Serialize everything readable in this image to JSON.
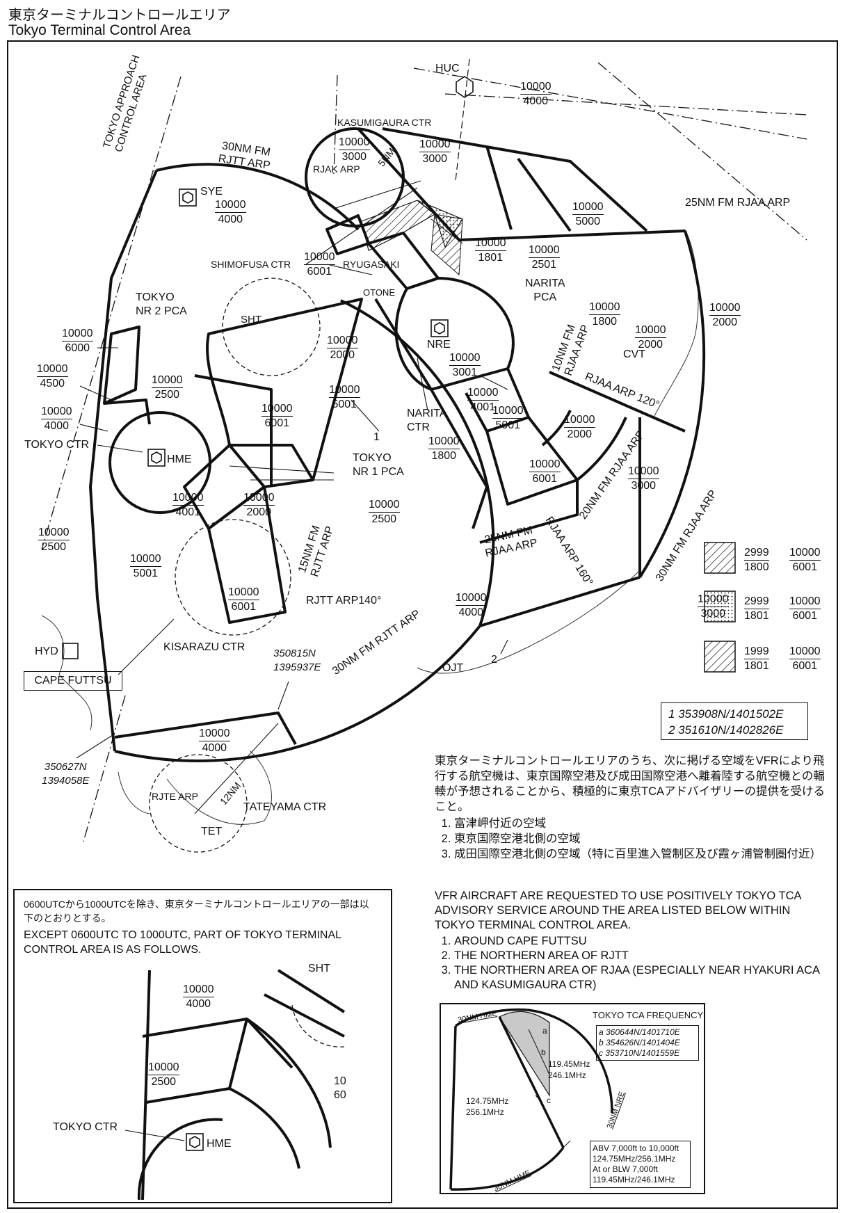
{
  "title": {
    "jp": "東京ターミナルコントロールエリア",
    "en": "Tokyo Terminal Control Area"
  },
  "navaids": {
    "huc": "HUC",
    "sye": "SYE",
    "sht": "SHT",
    "nre": "NRE",
    "hme": "HME",
    "cvt": "CVT",
    "hyd": "HYD",
    "ojt": "OJT",
    "tet": "TET"
  },
  "boundaries": {
    "tokyo_app": [
      "TOKYO APPROACH",
      "CONTROL AREA"
    ],
    "rjtt30": [
      "30NM FM",
      "RJTT ARP"
    ],
    "rjaa25": "25NM FM RJAA ARP",
    "rjtt30_south": "30NM FM RJTT ARP",
    "rjaa30": "30NM FM RJAA ARP",
    "rjaa25_inner": [
      "25NM FM",
      "RJAA ARP"
    ],
    "rjaa20": "20NM FM RJAA ARP",
    "rjaa10": [
      "10NM FM",
      "RJAA ARP"
    ],
    "rjaa120": "RJAA ARP 120°",
    "rjaa160": "RJAA ARP 160°",
    "rjtt15": [
      "15NM FM",
      "RJTT ARP"
    ],
    "rjtt140": "RJTT ARP140°",
    "rjak5": "5NM",
    "rjte12": "12NM"
  },
  "areas": {
    "kasumigaura": "KASUMIGAURA CTR",
    "rjak_arp": "RJAK ARP",
    "shimofusa": "SHIMOFUSA CTR",
    "ryugasaki": "RYUGASAKI",
    "otone": "OTONE",
    "narita_pca": [
      "NARITA",
      "PCA"
    ],
    "narita_ctr": [
      "NARITA",
      "CTR"
    ],
    "tokyo_nr2": [
      "TOKYO",
      "NR 2 PCA"
    ],
    "tokyo_nr1": [
      "TOKYO",
      "NR 1 PCA"
    ],
    "tokyo_ctr": "TOKYO  CTR",
    "kisarazu": "KISARAZU  CTR",
    "cape_futtsu": "CAPE  FUTTSU",
    "rjte_arp": "RJTE ARP",
    "tateyama": "TATEYAMA  CTR"
  },
  "markers": {
    "one": "1",
    "two": "2"
  },
  "points": {
    "p1": [
      "350815N",
      "1395937E"
    ],
    "p2": [
      "350627N",
      "1394058E"
    ]
  },
  "altitudes": [
    [
      "10000",
      "4000"
    ],
    [
      "10000",
      "3000"
    ],
    [
      "10000",
      "3000"
    ],
    [
      "10000",
      "4000"
    ],
    [
      "10000",
      "5000"
    ],
    [
      "10000",
      "1801"
    ],
    [
      "10000",
      "2501"
    ],
    [
      "10000",
      "6001"
    ],
    [
      "10000",
      "1800"
    ],
    [
      "10000",
      "2000"
    ],
    [
      "10000",
      "6000"
    ],
    [
      "10000",
      "4500"
    ],
    [
      "10000",
      "4000"
    ],
    [
      "10000",
      "2500"
    ],
    [
      "10000",
      "2000"
    ],
    [
      "10000",
      "6001"
    ],
    [
      "10000",
      "5001"
    ],
    [
      "10000",
      "3001"
    ],
    [
      "10000",
      "4001"
    ],
    [
      "10000",
      "5001"
    ],
    [
      "10000",
      "2000"
    ],
    [
      "10000",
      "1800"
    ],
    [
      "10000",
      "6001"
    ],
    [
      "10000",
      "3000"
    ],
    [
      "10000",
      "4001"
    ],
    [
      "10000",
      "2000"
    ],
    [
      "10000",
      "2500"
    ],
    [
      "10000",
      "2500"
    ],
    [
      "10000",
      "5001"
    ],
    [
      "10000",
      "6001"
    ],
    [
      "10000",
      "3000"
    ],
    [
      "10000",
      "4000"
    ],
    [
      "10000",
      "2000"
    ],
    [
      "10000",
      "4000"
    ]
  ],
  "legend": [
    {
      "a": [
        "2999",
        "1800"
      ],
      "b": [
        "10000",
        "6001"
      ]
    },
    {
      "a": [
        "2999",
        "1801"
      ],
      "b": [
        "10000",
        "6001"
      ]
    },
    {
      "a": [
        "1999",
        "1801"
      ],
      "b": [
        "10000",
        "6001"
      ]
    }
  ],
  "coordinates": [
    "1 353908N/1401502E",
    "2 351610N/1402826E"
  ],
  "notes_jp": {
    "intro": "東京ターミナルコントロールエリアのうち、次に掲げる空域をVFRにより飛行する航空機は、東京国際空港及び成田国際空港へ離着陸する航空機との輻輳が予想されることから、積極的に東京TCAアドバイザリーの提供を受けること。",
    "items": [
      "富津岬付近の空域",
      "東京国際空港北側の空域",
      "成田国際空港北側の空域（特に百里進入管制区及び霞ヶ浦管制圏付近）"
    ]
  },
  "notes_en": {
    "intro": "VFR AIRCRAFT ARE REQUESTED TO USE POSITIVELY TOKYO TCA ADVISORY SERVICE AROUND THE AREA LISTED BELOW WITHIN TOKYO TERMINAL CONTROL AREA.",
    "items": [
      "AROUND CAPE FUTTSU",
      "THE NORTHERN AREA OF RJTT",
      "THE NORTHERN AREA OF RJAA (ESPECIALLY NEAR HYAKURI ACA AND KASUMIGAURA CTR)"
    ]
  },
  "inset": {
    "jp": "0600UTCから1000UTCを除き、東京ターミナルコントロールエリアの一部は以下のとおりとする。",
    "en": "EXCEPT 0600UTC TO 1000UTC, PART OF TOKYO TERMINAL CONTROL AREA IS AS FOLLOWS.",
    "sht": "SHT",
    "alt1": [
      "10000",
      "4000"
    ],
    "alt2": [
      "10000",
      "2500"
    ],
    "partial": [
      "10",
      "60"
    ],
    "tokyo_ctr": "TOKYO CTR",
    "hme": "HME"
  },
  "frequency": {
    "title": "TOKYO TCA FREQUENCY",
    "hme_label": "30NM HME",
    "hme_label2": "30NM HME",
    "nre_label": "30NM NRE",
    "marks": [
      "a",
      "b",
      "c"
    ],
    "coords": [
      "a 360644N/1401710E",
      "b 354626N/1401404E",
      "c 353710N/1401559E"
    ],
    "west": [
      "124.75MHz",
      "256.1MHz"
    ],
    "east": [
      "119.45MHz",
      "246.1MHz"
    ],
    "note": [
      "ABV 7,000ft to 10,000ft",
      "124.75MHz/256.1MHz",
      "At or BLW 7,000ft",
      "119.45MHz/246.1MHz"
    ]
  }
}
